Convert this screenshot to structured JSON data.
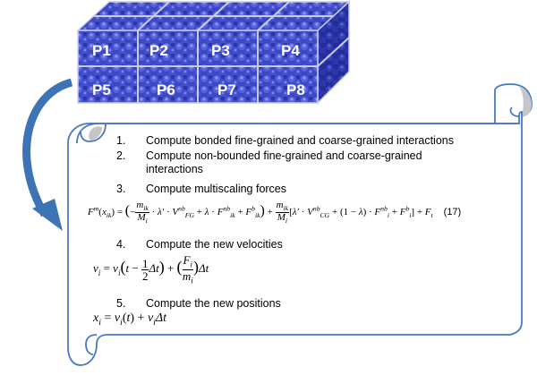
{
  "partitions": [
    "P1",
    "P2",
    "P3",
    "P4",
    "P5",
    "P6",
    "P7",
    "P8"
  ],
  "colors": {
    "cube_fill": "#3b47c4",
    "cube_dark": "#1c2590",
    "grid_line": "#c9cde6",
    "arrow": "#3d74b6",
    "scroll_stroke": "#4a78c0",
    "scroll_shade": "#c6c6c6"
  },
  "steps": [
    {
      "number": "1.",
      "text": "Compute bonded fine-grained and coarse-grained interactions"
    },
    {
      "number": "2.",
      "text": "Compute non-bounded fine-grained and coarse-grained interactions"
    },
    {
      "number": "3.",
      "text": "Compute multiscaling forces"
    },
    {
      "number": "4.",
      "text": "Compute the new velocities"
    },
    {
      "number": "5.",
      "text": "Compute the new positions"
    }
  ],
  "equations": {
    "force_tag": "(17)"
  }
}
